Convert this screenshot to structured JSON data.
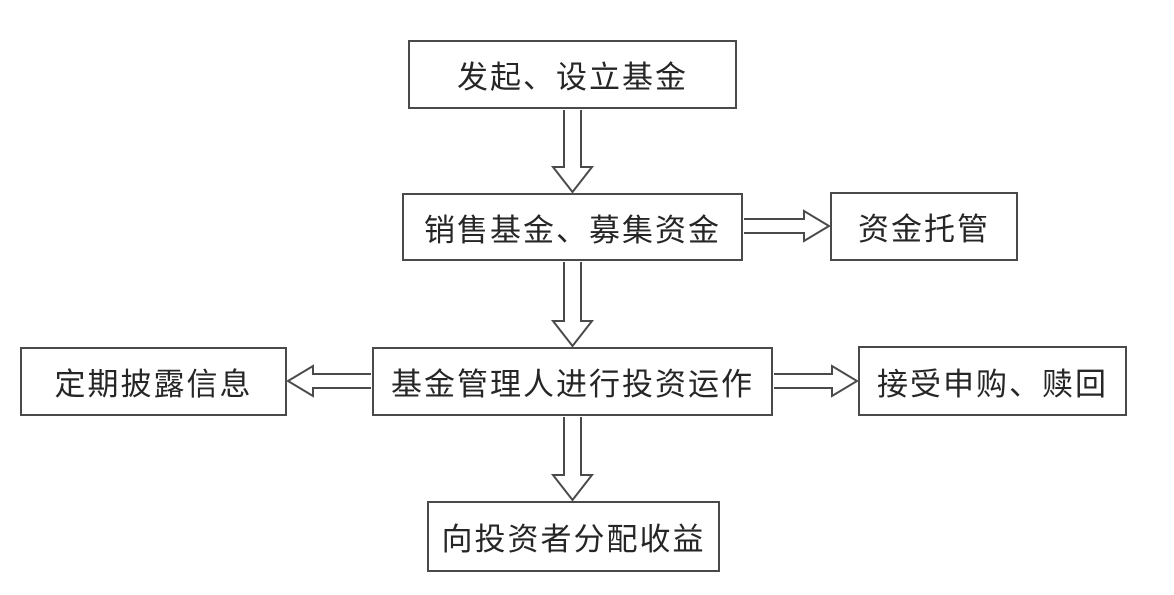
{
  "flowchart": {
    "description": "fund-operation-process-flowchart",
    "nodes": [
      {
        "id": "initiate",
        "label": "发起、设立基金"
      },
      {
        "id": "sell",
        "label": "销售基金、募集资金"
      },
      {
        "id": "custody",
        "label": "资金托管"
      },
      {
        "id": "disclose",
        "label": "定期披露信息"
      },
      {
        "id": "manage",
        "label": "基金管理人进行投资运作"
      },
      {
        "id": "redeem",
        "label": "接受申购、赎回"
      },
      {
        "id": "distribute",
        "label": "向投资者分配收益"
      }
    ],
    "edges": [
      {
        "from": "initiate",
        "to": "sell",
        "direction": "down"
      },
      {
        "from": "sell",
        "to": "custody",
        "direction": "right"
      },
      {
        "from": "sell",
        "to": "manage",
        "direction": "down"
      },
      {
        "from": "manage",
        "to": "disclose",
        "direction": "left"
      },
      {
        "from": "manage",
        "to": "redeem",
        "direction": "right"
      },
      {
        "from": "manage",
        "to": "distribute",
        "direction": "down"
      }
    ],
    "colors": {
      "line": "#4a4a4a",
      "text": "#262626",
      "background": "#ffffff"
    }
  }
}
